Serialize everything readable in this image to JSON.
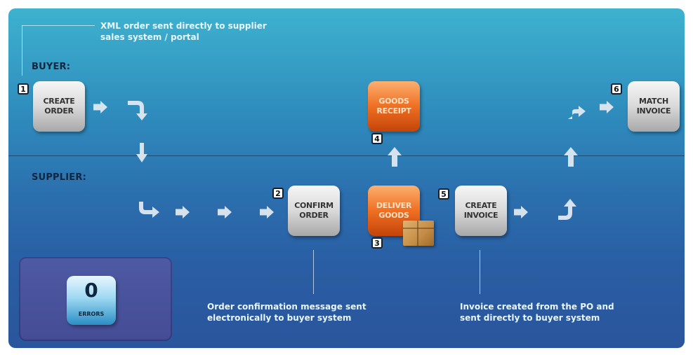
{
  "lanes": {
    "buyer": "BUYER:",
    "supplier": "SUPPLIER:"
  },
  "steps": [
    {
      "number": "1",
      "label": "CREATE\nORDER",
      "lane": "buyer"
    },
    {
      "number": "2",
      "label": "CONFIRM\nORDER",
      "lane": "supplier"
    },
    {
      "number": "3",
      "label": "DELIVER\nGOODS",
      "lane": "supplier"
    },
    {
      "number": "4",
      "label": "GOODS\nRECEIPT",
      "lane": "buyer"
    },
    {
      "number": "5",
      "label": "CREATE\nINVOICE",
      "lane": "supplier"
    },
    {
      "number": "6",
      "label": "MATCH\nINVOICE",
      "lane": "buyer"
    }
  ],
  "notes": {
    "xml_order": "XML order sent directly to supplier\nsales system / portal",
    "confirmation": "Order confirmation message sent\nelectronically to buyer system",
    "invoice": "Invoice created from the PO and\nsent directly to buyer system"
  },
  "errors": {
    "count": "0",
    "label": "ERRORS"
  },
  "colors": {
    "grey_box": "#d9d9d9",
    "orange_box": "#ef6f22",
    "arrow": "#dfe9f2",
    "background_top": "#3eb2cf",
    "background_bottom": "#2a559c"
  }
}
